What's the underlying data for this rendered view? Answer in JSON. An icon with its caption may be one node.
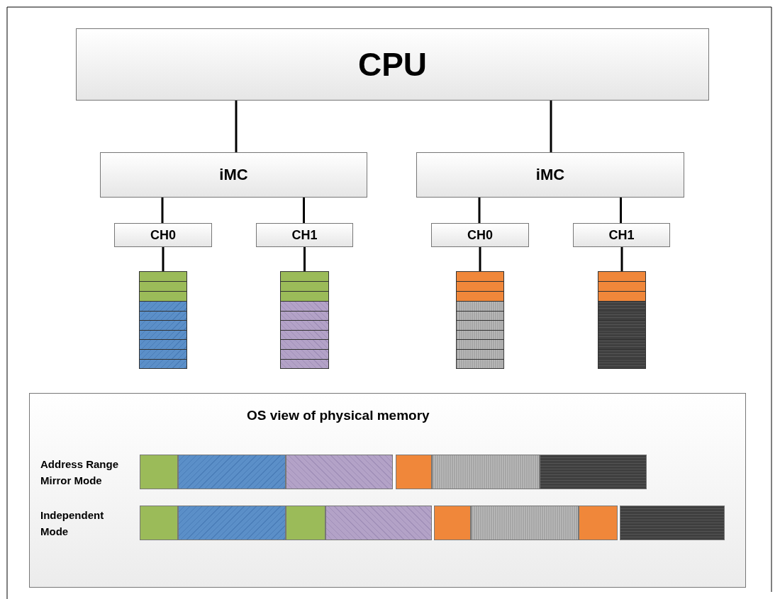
{
  "diagram": {
    "nodes": [
      {
        "text": [
          "CPU"
        ]
      },
      {
        "text": [
          "iMC"
        ]
      },
      {
        "text": [
          "iMC"
        ]
      },
      {
        "text": [
          "CH0"
        ]
      },
      {
        "text": [
          "CH1"
        ]
      },
      {
        "text": [
          "CH0"
        ]
      },
      {
        "text": [
          "CH1"
        ]
      },
      {
        "text": [],
        "shape": "box"
      },
      {
        "text": [],
        "shape": "box"
      },
      {
        "text": [],
        "shape": "box"
      },
      {
        "text": [],
        "shape": "box"
      },
      {
        "text": [
          "OS view of physical memory"
        ]
      }
    ],
    "edges": [
      {
        "from": 0,
        "to": 1,
        "arrow": "none"
      },
      {
        "from": 0,
        "to": 2,
        "arrow": "none"
      },
      {
        "from": 1,
        "to": 3,
        "arrow": "none"
      },
      {
        "from": 1,
        "to": 4,
        "arrow": "none"
      },
      {
        "from": 2,
        "to": 5,
        "arrow": "none"
      },
      {
        "from": 2,
        "to": 6,
        "arrow": "none"
      },
      {
        "from": 3,
        "to": 7,
        "arrow": "none"
      },
      {
        "from": 4,
        "to": 8,
        "arrow": "none"
      },
      {
        "from": 5,
        "to": 9,
        "arrow": "none"
      },
      {
        "from": 6,
        "to": 10,
        "arrow": "none"
      }
    ],
    "labels": [
      "Address Range Mirror Mode",
      "Independent Mode"
    ]
  }
}
